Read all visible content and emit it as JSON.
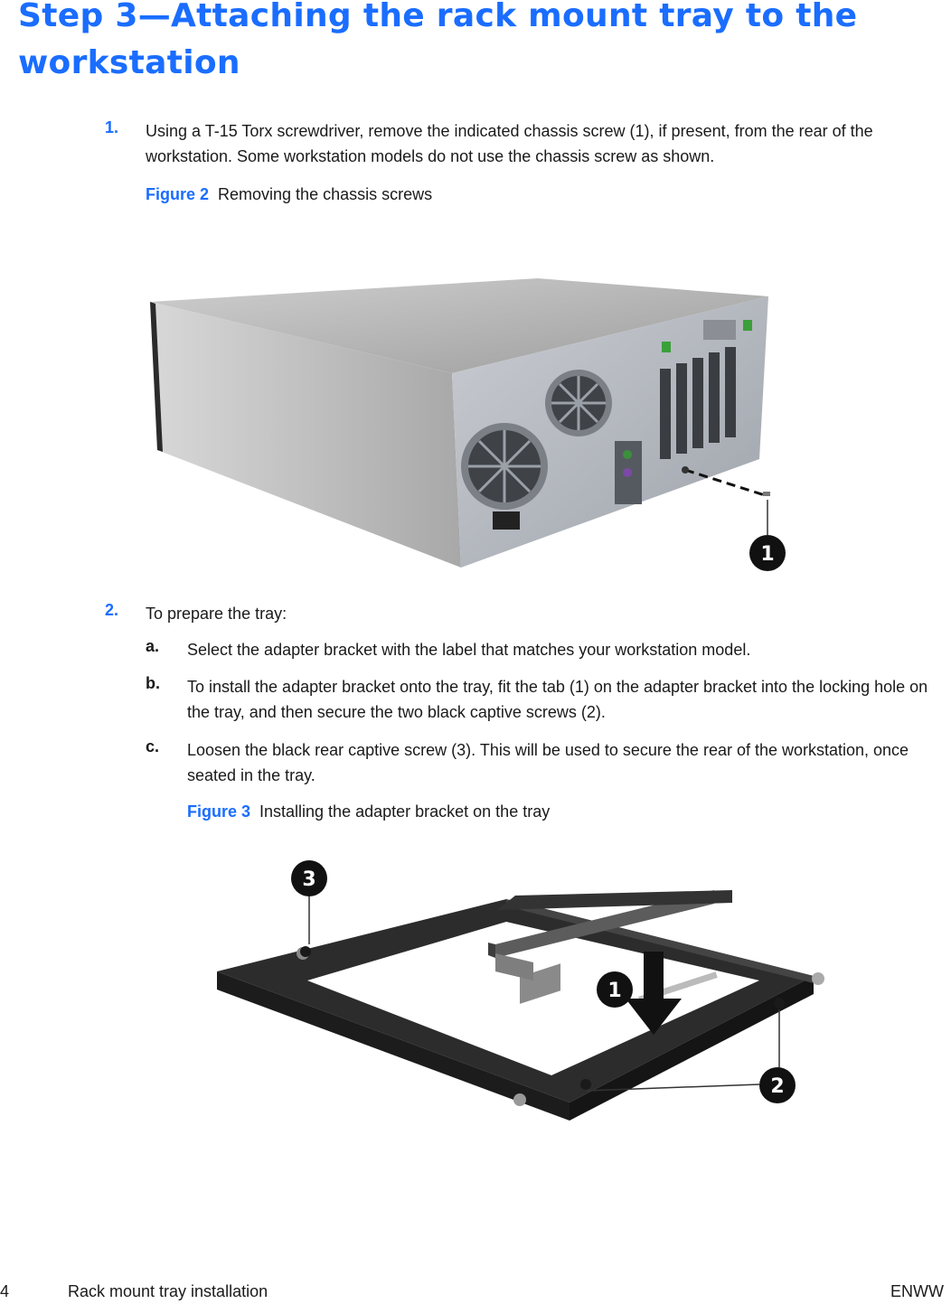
{
  "heading": "Step 3—Attaching the rack mount tray to the workstation",
  "steps": [
    {
      "number": "1.",
      "text": "Using a T-15 Torx screwdriver, remove the indicated chassis screw (1), if present, from the rear of the workstation. Some workstation models do not use the chassis screw as shown."
    },
    {
      "number": "2.",
      "text": "To prepare the tray:"
    }
  ],
  "substeps": [
    {
      "letter": "a.",
      "text": "Select the adapter bracket with the label that matches your workstation model."
    },
    {
      "letter": "b.",
      "text": "To install the adapter bracket onto the tray, fit the tab (1) on the adapter bracket into the locking hole on the tray, and then secure the two black captive screws (2)."
    },
    {
      "letter": "c.",
      "text": "Loosen the black rear captive screw (3). This will be used to secure the rear of the workstation, once seated in the tray."
    }
  ],
  "figures": [
    {
      "label": "Figure 2",
      "caption": "Removing the chassis screws",
      "callouts": [
        "1"
      ]
    },
    {
      "label": "Figure 3",
      "caption": "Installing the adapter bracket on the tray",
      "callouts": [
        "3",
        "1",
        "2"
      ]
    }
  ],
  "footer": {
    "page_number": "4",
    "section": "Rack mount tray installation",
    "doc_code": "ENWW"
  },
  "colors": {
    "accent": "#1a6dff",
    "text": "#1a1a1a"
  }
}
